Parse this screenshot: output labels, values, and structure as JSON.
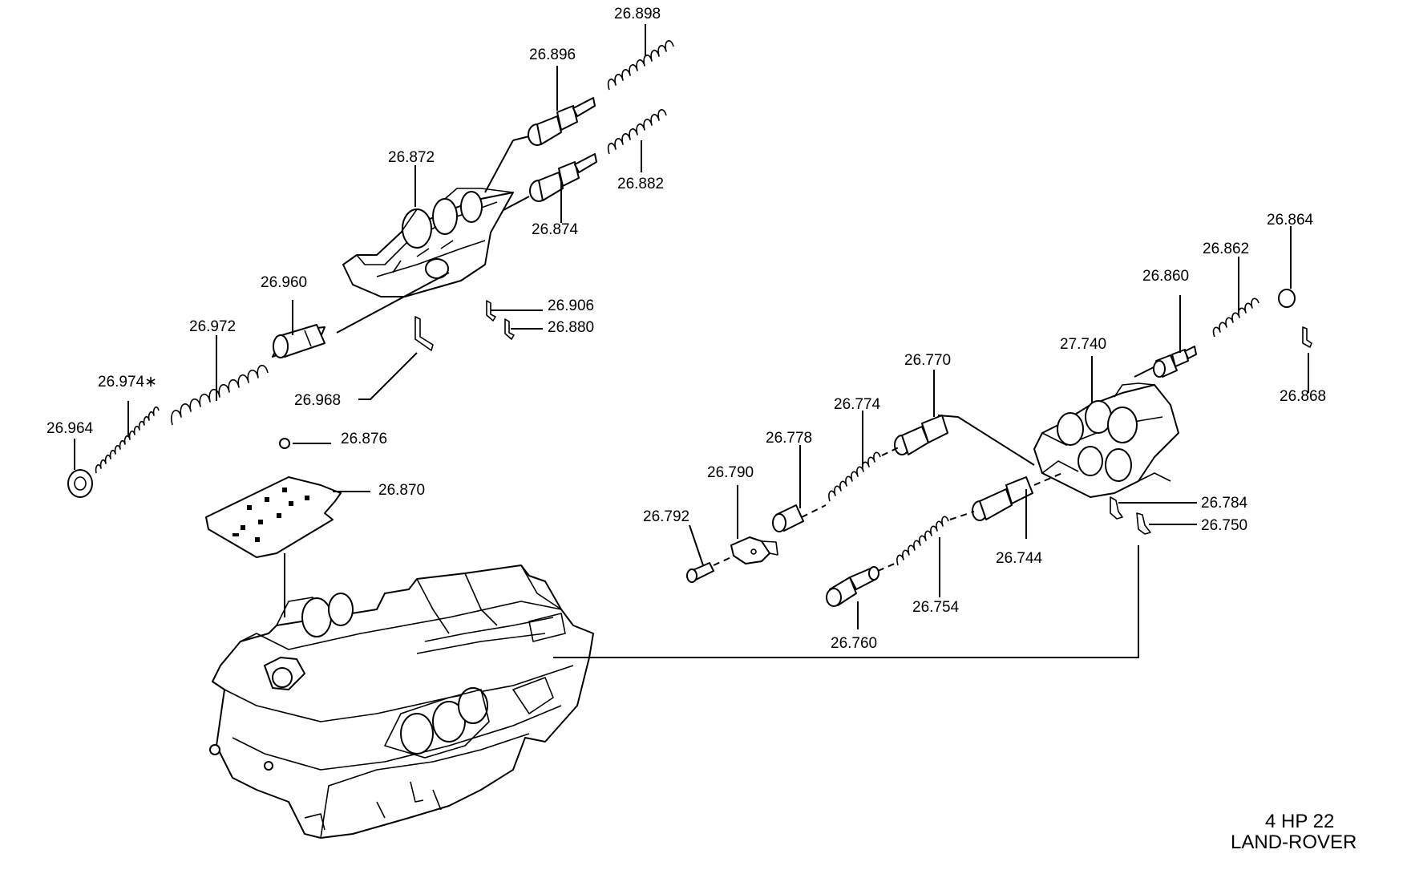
{
  "title_block": {
    "model": "4 HP 22",
    "make": "LAND-ROVER"
  },
  "callouts": {
    "c26898": "26.898",
    "c26896": "26.896",
    "c26882": "26.882",
    "c26872": "26.872",
    "c26874": "26.874",
    "c26960": "26.960",
    "c26906": "26.906",
    "c26880": "26.880",
    "c26972": "26.972",
    "c26974": "26.974∗",
    "c26968": "26.968",
    "c26964": "26.964",
    "c26876": "26.876",
    "c26870": "26.870",
    "c26864": "26.864",
    "c26862": "26.862",
    "c26860": "26.860",
    "c27740": "27.740",
    "c26868": "26.868",
    "c26770": "26.770",
    "c26774": "26.774",
    "c26778": "26.778",
    "c26790": "26.790",
    "c26792": "26.792",
    "c26784": "26.784",
    "c26750": "26.750",
    "c26744": "26.744",
    "c26754": "26.754",
    "c26760": "26.760"
  }
}
